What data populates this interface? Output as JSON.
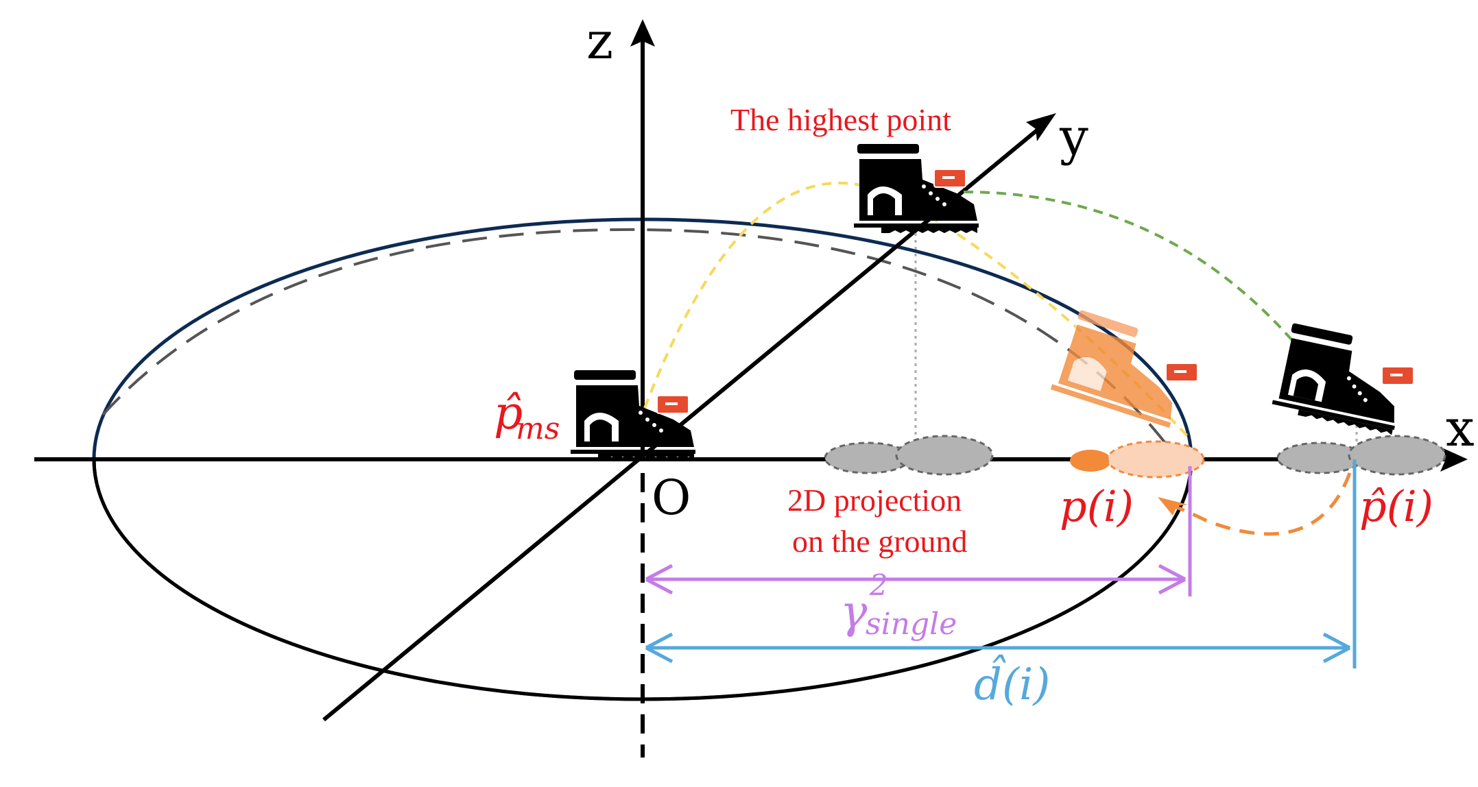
{
  "axes": {
    "x": "x",
    "y": "y",
    "z": "z",
    "origin": "O"
  },
  "labels": {
    "highest_point": "The highest point",
    "projection_line1": "2D projection",
    "projection_line2": "on the ground",
    "p_ms_base": "p̂",
    "p_ms_sub": "ms",
    "p_i": "p(i)",
    "p_hat_i": "p̂(i)",
    "gamma_base": "γ",
    "gamma_sup": "2",
    "gamma_sub": "single",
    "d_hat_i": "d̂(i)"
  },
  "colors": {
    "ellipse_outline": "#0d2b52",
    "highlight_red": "#e8181e",
    "purple": "#c47ce6",
    "blue": "#55a9db",
    "yellow_dashed": "#f7d85a",
    "green_dashed": "#6fa84e",
    "orange_dashed": "#f28a3a",
    "gray_dashed": "#555555"
  },
  "icons": [
    "boot-icon",
    "sensor-tag-icon",
    "footprint-icon"
  ]
}
